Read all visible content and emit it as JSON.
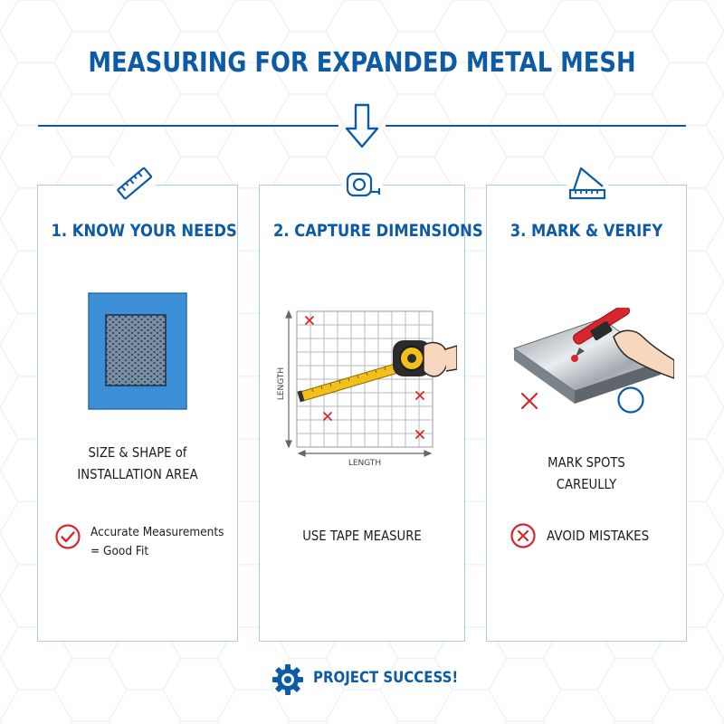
{
  "title": "MEASURING FOR EXPANDED METAL MESH",
  "colors": {
    "brand_blue": "#0d5aa7",
    "card_border": "#a9cbe9",
    "mesh_panel": "#3c8fd6",
    "mark_red": "#d9262c",
    "tape_yellow": "#f3c01b"
  },
  "steps": [
    {
      "icon": "ruler-icon",
      "title": "1. KNOW YOUR NEEDS",
      "caption_line1": "SIZE & SHAPE of",
      "caption_line2": "INSTALLATION AREA",
      "note_icon": "check-circle-icon",
      "note_line1": "Accurate Measurements",
      "note_line2": "= Good Fit"
    },
    {
      "icon": "tape-measure-icon",
      "title": "2. CAPTURE DIMENSIONS",
      "vertical_label": "LENGTH",
      "horizontal_label": "LENGTH",
      "caption": "USE TAPE MEASURE"
    },
    {
      "icon": "square-ruler-icon",
      "title": "3. MARK & VERIFY",
      "caption_line1": "MARK SPOTS",
      "caption_line2": "CAREULLY",
      "note_icon": "x-circle-icon",
      "note": "AVOID MISTAKES"
    }
  ],
  "footer": {
    "icon": "gear-icon",
    "label": "PROJECT SUCCESS!"
  }
}
